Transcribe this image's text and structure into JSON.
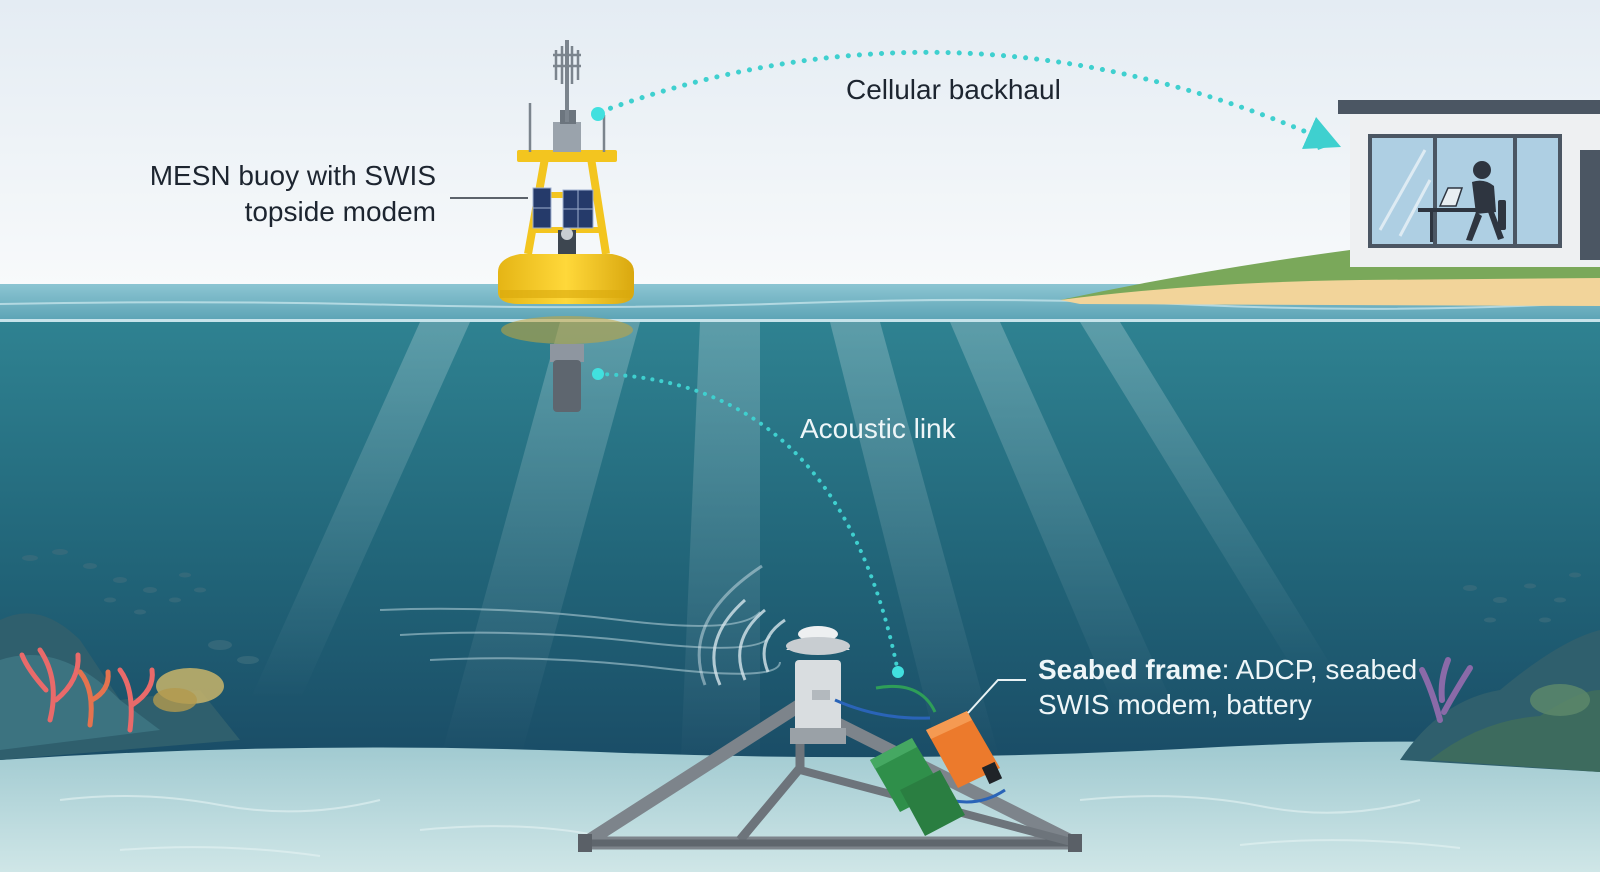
{
  "labels": {
    "buoy_line1": "MESN buoy with SWIS",
    "buoy_line2": "topside modem",
    "cellular": "Cellular backhaul",
    "acoustic": "Acoustic link",
    "seabed_bold": "Seabed frame",
    "seabed_rest_line1": ": ADCP, seabed",
    "seabed_line2": "SWIS modem, battery"
  },
  "colors": {
    "sky_top": "#e7eef5",
    "sky_bottom": "#f7f9fb",
    "sea_surface": "#6fb3c4",
    "water_top": "#2c7c8c",
    "water_deep": "#174e67",
    "seabed": "#bcdde1",
    "buoy_yellow": "#f3c51f",
    "link_dots": "#3fd0cf",
    "modem_orange": "#ec7a2c",
    "battery_green": "#2f8f4a",
    "grass": "#7aa85a",
    "sand": "#f2d49a"
  },
  "icons": [
    "buoy-icon",
    "solar-panel-icon",
    "antenna-icon",
    "topside-modem-icon",
    "transducer-icon",
    "building-icon",
    "person-at-desk-icon",
    "laptop-icon",
    "seabed-frame-icon",
    "adcp-icon",
    "orange-modem-icon",
    "battery-icon",
    "coral-icon",
    "fish-icon",
    "arrow-head-icon"
  ]
}
